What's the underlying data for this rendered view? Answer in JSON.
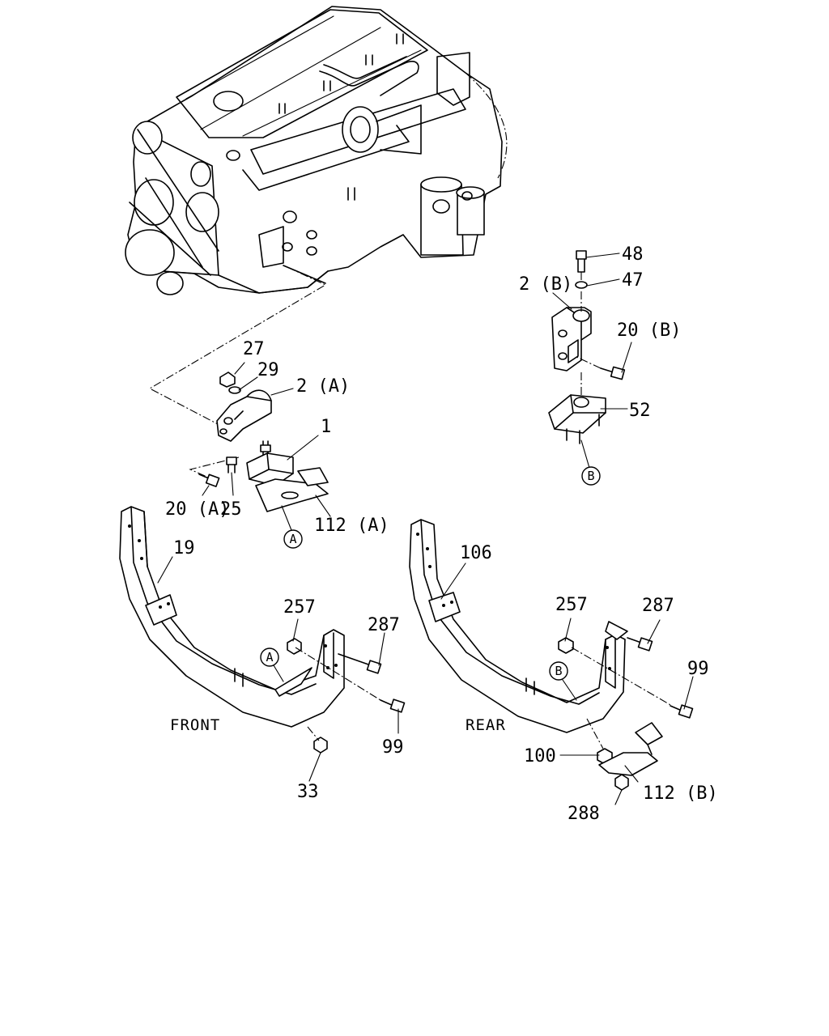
{
  "diagram": {
    "captions": {
      "front": "FRONT",
      "rear": "REAR"
    },
    "callouts": {
      "c48": "48",
      "c47": "47",
      "c2b": "2 (B)",
      "c20b": "20 (B)",
      "c52": "52",
      "cB1": "B",
      "c27": "27",
      "c29": "29",
      "c2a": "2 (A)",
      "c1": "1",
      "c20a": "20 (A)",
      "c25": "25",
      "c112a": "112 (A)",
      "cA1": "A",
      "c19": "19",
      "c257f": "257",
      "c287f": "287",
      "cA2": "A",
      "c99f": "99",
      "c33": "33",
      "c106": "106",
      "c257r": "257",
      "c287r": "287",
      "c99r": "99",
      "cB2": "B",
      "c100": "100",
      "c112b": "112 (B)",
      "c288": "288"
    }
  }
}
